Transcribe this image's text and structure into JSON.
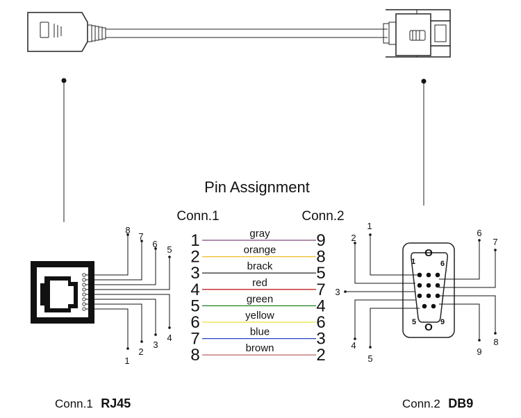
{
  "diagram": {
    "title": "Pin Assignment",
    "left_header": "Conn.1",
    "right_header": "Conn.2",
    "wires": [
      {
        "left": "1",
        "name": "gray",
        "right": "9",
        "color": "#7a4a7a"
      },
      {
        "left": "2",
        "name": "orange",
        "right": "8",
        "color": "#f0c020"
      },
      {
        "left": "3",
        "name": "brack",
        "right": "5",
        "color": "#3a3a3a"
      },
      {
        "left": "4",
        "name": "red",
        "right": "7",
        "color": "#c02020"
      },
      {
        "left": "5",
        "name": "green",
        "right": "4",
        "color": "#208020"
      },
      {
        "left": "6",
        "name": "yellow",
        "right": "6",
        "color": "#e8e040"
      },
      {
        "left": "7",
        "name": "blue",
        "right": "3",
        "color": "#2040c0"
      },
      {
        "left": "8",
        "name": "brown",
        "right": "2",
        "color": "#c07070"
      }
    ],
    "rj45_pins": [
      "8",
      "7",
      "6",
      "5",
      "4",
      "3",
      "2",
      "1"
    ],
    "db9_pins": [
      "1",
      "2",
      "3",
      "4",
      "5",
      "6",
      "7",
      "8",
      "9"
    ],
    "db9_face_labels": [
      "1",
      "6",
      "5",
      "9"
    ],
    "footer_left_prefix": "Conn.1",
    "footer_left_bold": "RJ45",
    "footer_right_prefix": "Conn.2",
    "footer_right_bold": "DB9"
  }
}
